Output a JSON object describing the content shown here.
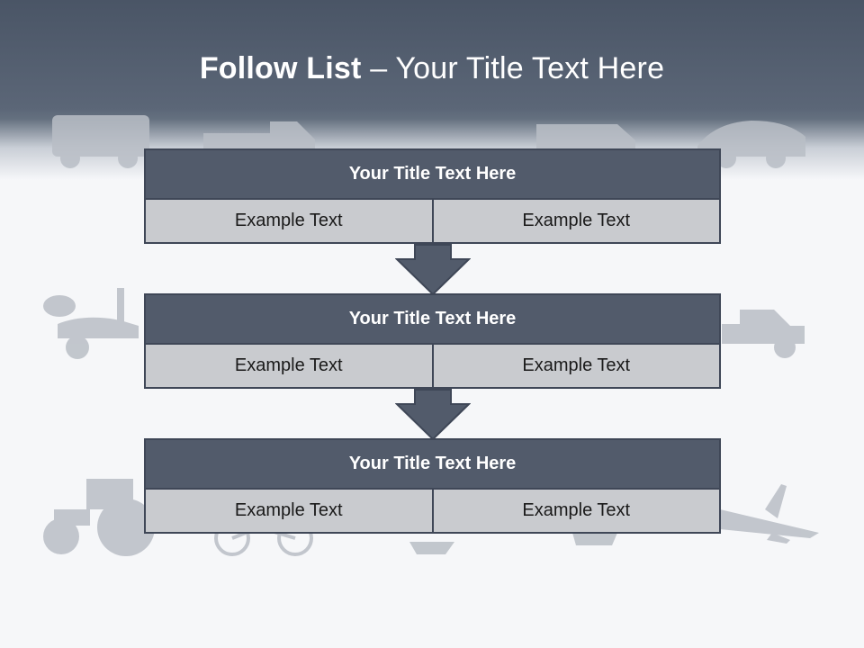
{
  "slide": {
    "title_bold": "Follow List",
    "title_rest": " – Your Title Text Here"
  },
  "steps": [
    {
      "title": "Your Title Text Here",
      "left": "Example Text",
      "right": "Example Text"
    },
    {
      "title": "Your Title Text Here",
      "left": "Example Text",
      "right": "Example Text"
    },
    {
      "title": "Your Title Text Here",
      "left": "Example Text",
      "right": "Example Text"
    }
  ],
  "colors": {
    "header": "#525b6b",
    "cell": "#c9cbcf",
    "border": "#3f4757",
    "arrow": "#525b6b"
  },
  "background_icons": [
    "ambulance-icon",
    "truck-icon",
    "van-icon",
    "car-icon",
    "scooter-icon",
    "pickup-truck-icon",
    "tractor-icon",
    "bicycle-icon",
    "boat-icon",
    "airplane-icon"
  ]
}
